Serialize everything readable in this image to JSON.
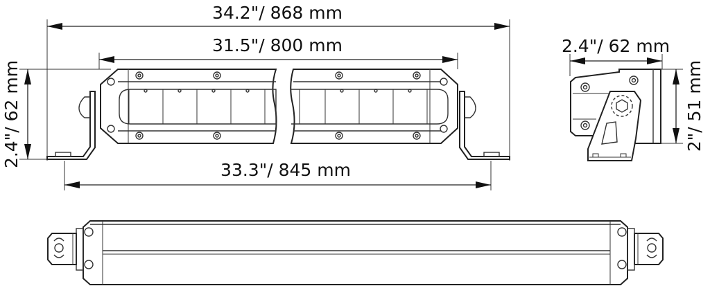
{
  "dimensions": {
    "overall_length": "34.2\"/ 868 mm",
    "body_length": "31.5\"/ 800 mm",
    "mount_spacing": "33.3\"/ 845 mm",
    "front_height": "2.4\"/ 62 mm",
    "side_depth": "2.4\"/ 62 mm",
    "side_height": "2\"/ 51 mm"
  },
  "colors": {
    "line": "#222222",
    "background": "#ffffff"
  }
}
